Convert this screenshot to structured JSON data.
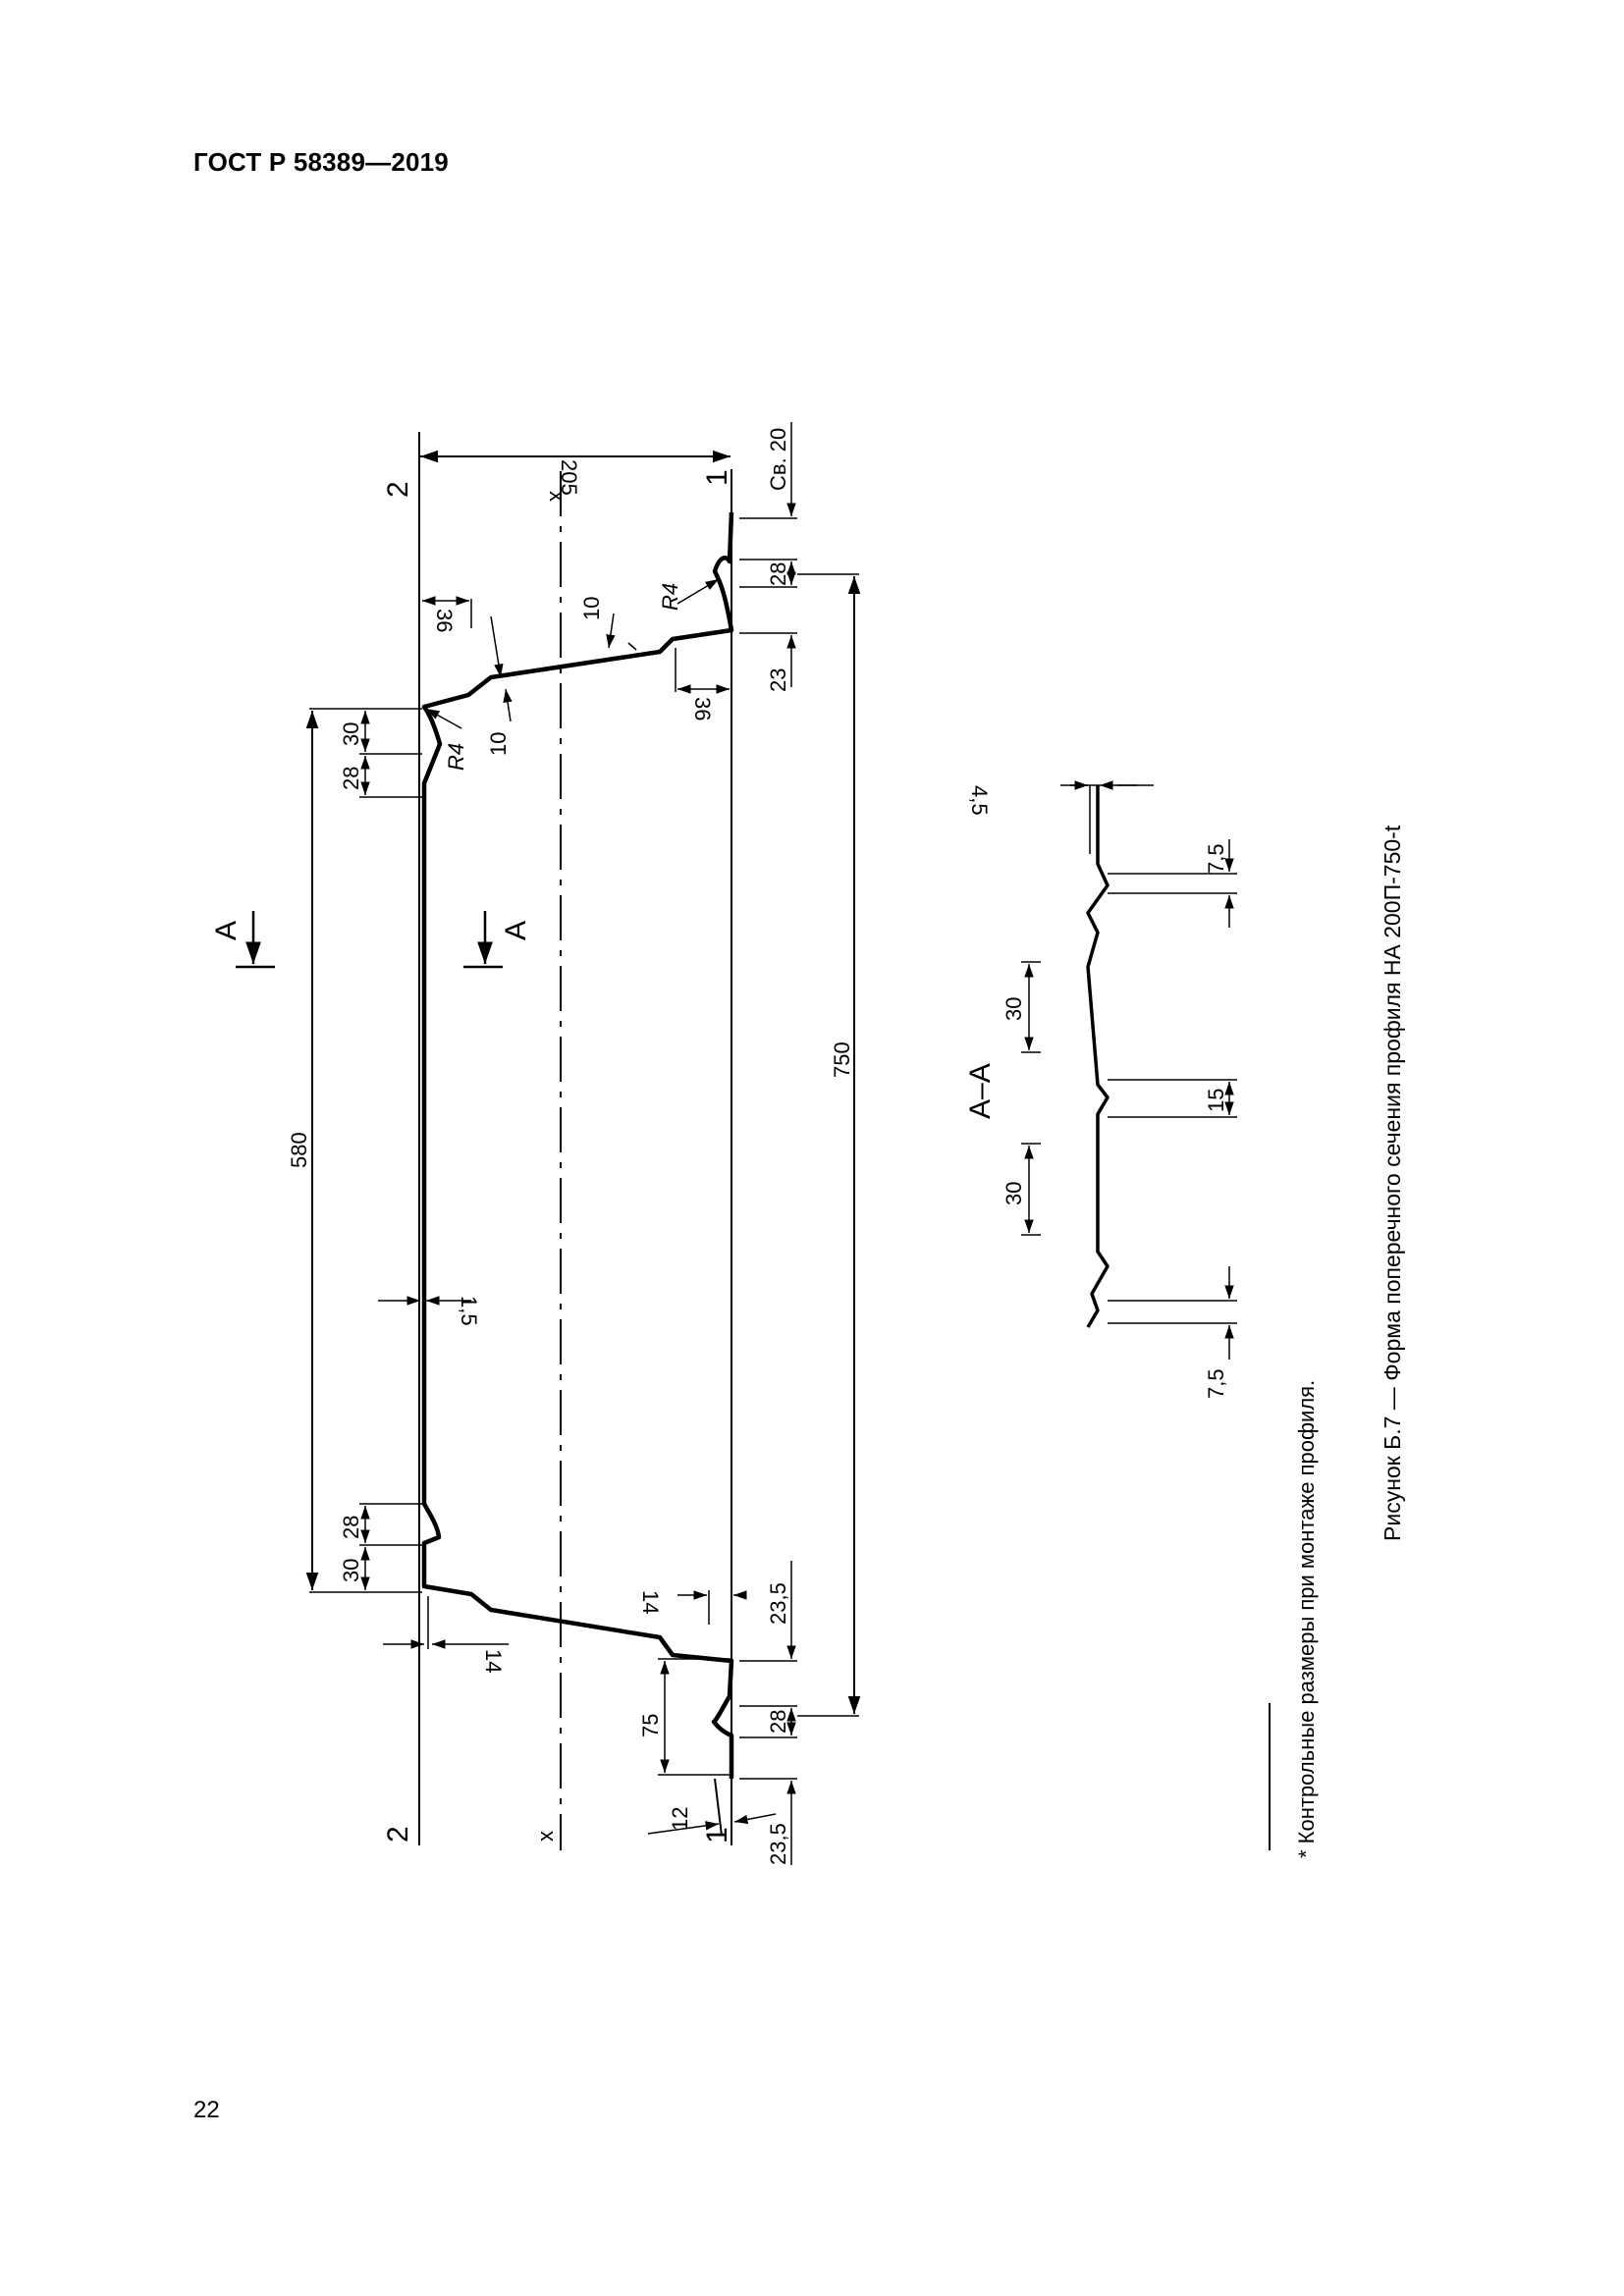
{
  "header": {
    "standard": "ГОСТ Р 58389—2019"
  },
  "page": {
    "number": "22"
  },
  "figure": {
    "caption": "Рисунок Б.7 — Форма поперечного сечения профиля НА 200П-750-t",
    "footnote": "* Контрольные размеры при монтаже профиля.",
    "section_marker": "А",
    "section_title": "А–А",
    "axis_label": "x",
    "line_label_1": "1",
    "line_label_2": "2",
    "dimensions": {
      "height_205": "205",
      "width_580": "580",
      "width_750": "750",
      "sv20": "Св. 20",
      "d28": "28",
      "d23": "23",
      "d23_5": "23,5",
      "d30": "30",
      "d36": "36",
      "d10": "10",
      "d14": "14",
      "d12": "12",
      "d75": "75",
      "t1_5": "1,5",
      "r4": "R4",
      "s7_5": "7,5",
      "s15": "15",
      "s30": "30",
      "s4_5": "4,5"
    }
  }
}
